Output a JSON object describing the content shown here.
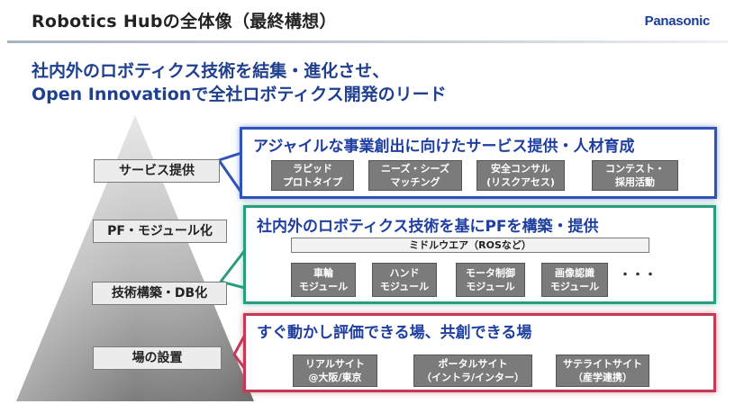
{
  "header": {
    "title": "Robotics Hubの全体像（最終構想）",
    "brand": "Panasonic"
  },
  "headline": {
    "line1": "社内外のロボティクス技術を結集・進化させ、",
    "line2": "Open Innovationで全社ロボティクス開発のリード"
  },
  "pyramid": {
    "tiers": [
      {
        "label": "サービス提供"
      },
      {
        "label": "PF・モジュール化"
      },
      {
        "label": "技術構築・DB化"
      },
      {
        "label": "場の設置"
      }
    ]
  },
  "panels": {
    "service": {
      "title": "アジャイルな事業創出に向けたサービス提供・人材育成",
      "border_color": "#2f54b8",
      "items": [
        "ラピッド\nプロトタイプ",
        "ニーズ・シーズ\nマッチング",
        "安全コンサル\n(リスクアセス)",
        "コンテスト・\n採用活動"
      ]
    },
    "platform": {
      "title": "社内外のロボティクス技術を基にPFを構築・提供",
      "border_color": "#2a9d7e",
      "middleware": "ミドルウエア（ROSなど）",
      "items": [
        "車輪\nモジュール",
        "ハンド\nモジュール",
        "モータ制御\nモジュール",
        "画像認識\nモジュール"
      ],
      "ellipsis": "・・・"
    },
    "venue": {
      "title": "すぐ動かし評価できる場、共創できる場",
      "border_color": "#c23a55",
      "items": [
        "リアルサイト\n@大阪/東京",
        "ポータルサイト\n（イントラ/インター）",
        "サテライトサイト\n（産学連携）"
      ]
    }
  },
  "colors": {
    "headline": "#1f3f8f",
    "chip": "#7b7b7b",
    "tier_label_bg": "#ececec"
  }
}
